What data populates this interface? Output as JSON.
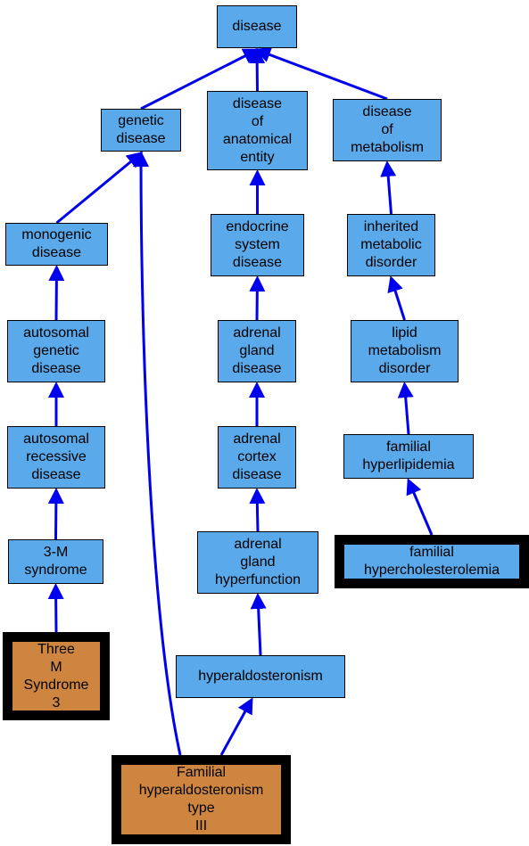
{
  "colors": {
    "node_fill": "#5aa9ea",
    "leaf_fill": "#cd853f",
    "edge": "#0000ee",
    "border": "#000000"
  },
  "nodes": [
    {
      "id": "disease",
      "label": "disease"
    },
    {
      "id": "genetic_disease",
      "label": "genetic\ndisease"
    },
    {
      "id": "disease_anatomical_entity",
      "label": "disease\nof\nanatomical\nentity"
    },
    {
      "id": "disease_metabolism",
      "label": "disease\nof\nmetabolism"
    },
    {
      "id": "monogenic_disease",
      "label": "monogenic\ndisease"
    },
    {
      "id": "endocrine_system_disease",
      "label": "endocrine\nsystem\ndisease"
    },
    {
      "id": "inherited_metabolic_disorder",
      "label": "inherited\nmetabolic\ndisorder"
    },
    {
      "id": "autosomal_genetic_disease",
      "label": "autosomal\ngenetic\ndisease"
    },
    {
      "id": "adrenal_gland_disease",
      "label": "adrenal\ngland\ndisease"
    },
    {
      "id": "lipid_metabolism_disorder",
      "label": "lipid\nmetabolism\ndisorder"
    },
    {
      "id": "autosomal_recessive_disease",
      "label": "autosomal\nrecessive\ndisease"
    },
    {
      "id": "adrenal_cortex_disease",
      "label": "adrenal\ncortex\ndisease"
    },
    {
      "id": "familial_hyperlipidemia",
      "label": "familial\nhyperlipidemia"
    },
    {
      "id": "three_m_syndrome",
      "label": "3-M\nsyndrome"
    },
    {
      "id": "adrenal_gland_hyperfunction",
      "label": "adrenal\ngland\nhyperfunction"
    },
    {
      "id": "familial_hypercholesterolemia",
      "label": "familial\nhypercholesterolemia"
    },
    {
      "id": "hyperaldosteronism",
      "label": "hyperaldosteronism"
    },
    {
      "id": "three_m_syndrome_3",
      "label": "Three\nM\nSyndrome\n3"
    },
    {
      "id": "familial_hyperaldosteronism_3",
      "label": "Familial\nhyperaldosteronism\ntype\nIII"
    }
  ],
  "edges": [
    {
      "from": "genetic_disease",
      "to": "disease"
    },
    {
      "from": "disease_anatomical_entity",
      "to": "disease"
    },
    {
      "from": "disease_metabolism",
      "to": "disease"
    },
    {
      "from": "monogenic_disease",
      "to": "genetic_disease"
    },
    {
      "from": "endocrine_system_disease",
      "to": "disease_anatomical_entity"
    },
    {
      "from": "inherited_metabolic_disorder",
      "to": "disease_metabolism"
    },
    {
      "from": "autosomal_genetic_disease",
      "to": "monogenic_disease"
    },
    {
      "from": "adrenal_gland_disease",
      "to": "endocrine_system_disease"
    },
    {
      "from": "lipid_metabolism_disorder",
      "to": "inherited_metabolic_disorder"
    },
    {
      "from": "autosomal_recessive_disease",
      "to": "autosomal_genetic_disease"
    },
    {
      "from": "adrenal_cortex_disease",
      "to": "adrenal_gland_disease"
    },
    {
      "from": "familial_hyperlipidemia",
      "to": "lipid_metabolism_disorder"
    },
    {
      "from": "three_m_syndrome",
      "to": "autosomal_recessive_disease"
    },
    {
      "from": "adrenal_gland_hyperfunction",
      "to": "adrenal_cortex_disease"
    },
    {
      "from": "familial_hypercholesterolemia",
      "to": "familial_hyperlipidemia"
    },
    {
      "from": "hyperaldosteronism",
      "to": "adrenal_gland_hyperfunction"
    },
    {
      "from": "three_m_syndrome_3",
      "to": "three_m_syndrome"
    },
    {
      "from": "familial_hyperaldosteronism_3",
      "to": "hyperaldosteronism"
    },
    {
      "from": "familial_hyperaldosteronism_3",
      "to": "genetic_disease"
    }
  ]
}
